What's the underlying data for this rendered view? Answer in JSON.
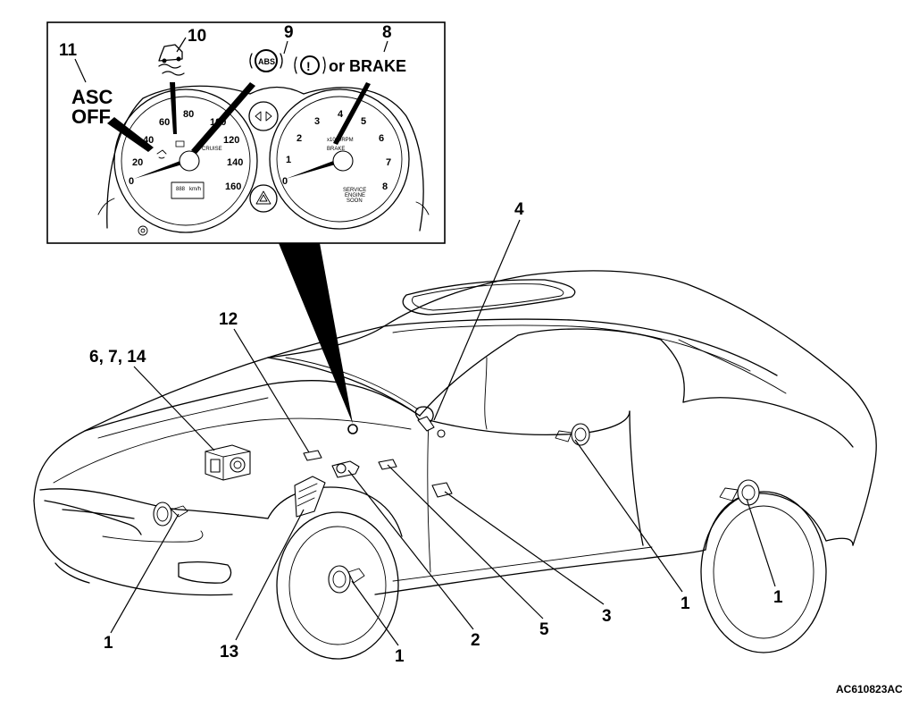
{
  "callouts": {
    "c1a": "1",
    "c1b": "1",
    "c1c": "1",
    "c1d": "1",
    "c2": "2",
    "c3": "3",
    "c4": "4",
    "c5": "5",
    "c8": "8",
    "c9": "9",
    "c10": "10",
    "c11": "11",
    "c12": "12",
    "c13": "13",
    "c6714": "6, 7, 14"
  },
  "inset": {
    "asc_line1": "ASC",
    "asc_line2": "OFF",
    "abs_label": "ABS",
    "brake_text": "or BRAKE",
    "speedo_ticks": [
      "0",
      "20",
      "40",
      "60",
      "80",
      "100",
      "120",
      "140",
      "160"
    ],
    "tacho_ticks": [
      "0",
      "1",
      "2",
      "3",
      "4",
      "5",
      "6",
      "7",
      "8"
    ],
    "cruise": "CRUISE",
    "tacho_unit": "x1000RPM",
    "brake_small": "BRAKE",
    "service_line1": "SERVICE",
    "service_line2": "ENGINE",
    "service_line3": "SOON",
    "odo": "888",
    "kmh": "km/h"
  },
  "reference_code": "AC610823AC",
  "icons": [
    "skid-car-icon",
    "abs-warning-icon",
    "brake-warning-icon",
    "turn-signal-icon",
    "hazard-icon"
  ]
}
